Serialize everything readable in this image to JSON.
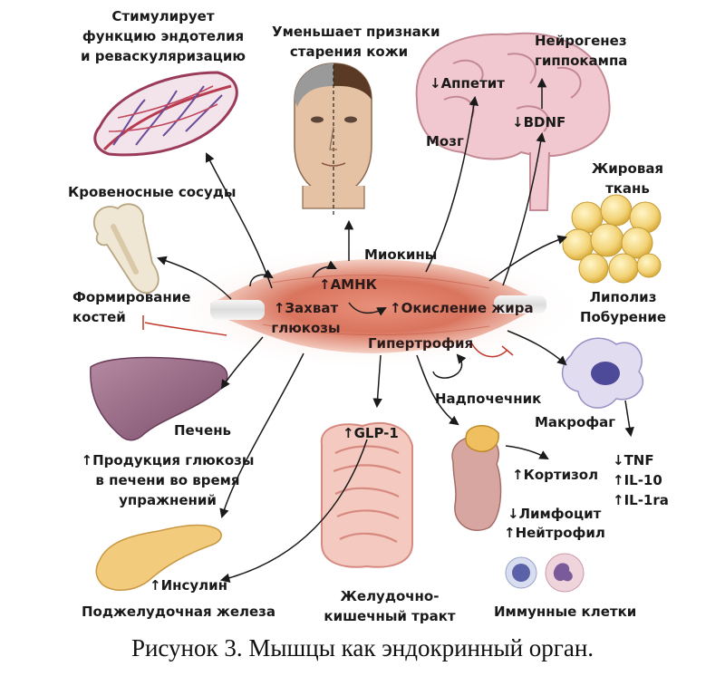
{
  "labels": {
    "vessels_effect_1": "Стимулирует",
    "vessels_effect_2": "функцию эндотелия",
    "vessels_effect_3": "и реваскуляризацию",
    "skin_1": "Уменьшает признаки",
    "skin_2": "старения кожи",
    "neurogenesis_1": "Нейрогенез",
    "neurogenesis_2": "гиппокампа",
    "appetite": "↓Аппетит",
    "bdnf": "↓BDNF",
    "brain": "Мозг",
    "vessels": "Кровеносные сосуды",
    "fat_1": "Жировая",
    "fat_2": "ткань",
    "myokines": "Миокины",
    "bone_1": "Формирование",
    "bone_2": "костей",
    "lipolysis_1": "Липолиз",
    "lipolysis_2": "Побурение",
    "ampk": "↑АМНК",
    "glucose_1": "↑Захват",
    "glucose_2": "глюкозы",
    "fat_oxidation": "↑Окисление жира",
    "hypertrophy": "Гипертрофия",
    "adrenal": "Надпочечник",
    "macrophage": "Макрофаг",
    "liver": "Печень",
    "glp1": "↑GLP-1",
    "tnf": "↓TNF",
    "il10": "↑IL-10",
    "il1ra": "↑IL-1ra",
    "cortisol": "↑Кортизол",
    "liver_glucose_1": "↑Продукция глюкозы",
    "liver_glucose_2": "в печени во время",
    "liver_glucose_3": "упражнений",
    "lymphocyte": "↓Лимфоцит",
    "neutrophil": "↑Нейтрофил",
    "insulin": "↑Инсулин",
    "pancreas": "Поджелудочная железа",
    "gi_1": "Желудочно-",
    "gi_2": "кишечный тракт",
    "immune": "Иммунные клетки"
  },
  "caption": "Рисунок 3. Мышцы как эндокринный орган."
}
